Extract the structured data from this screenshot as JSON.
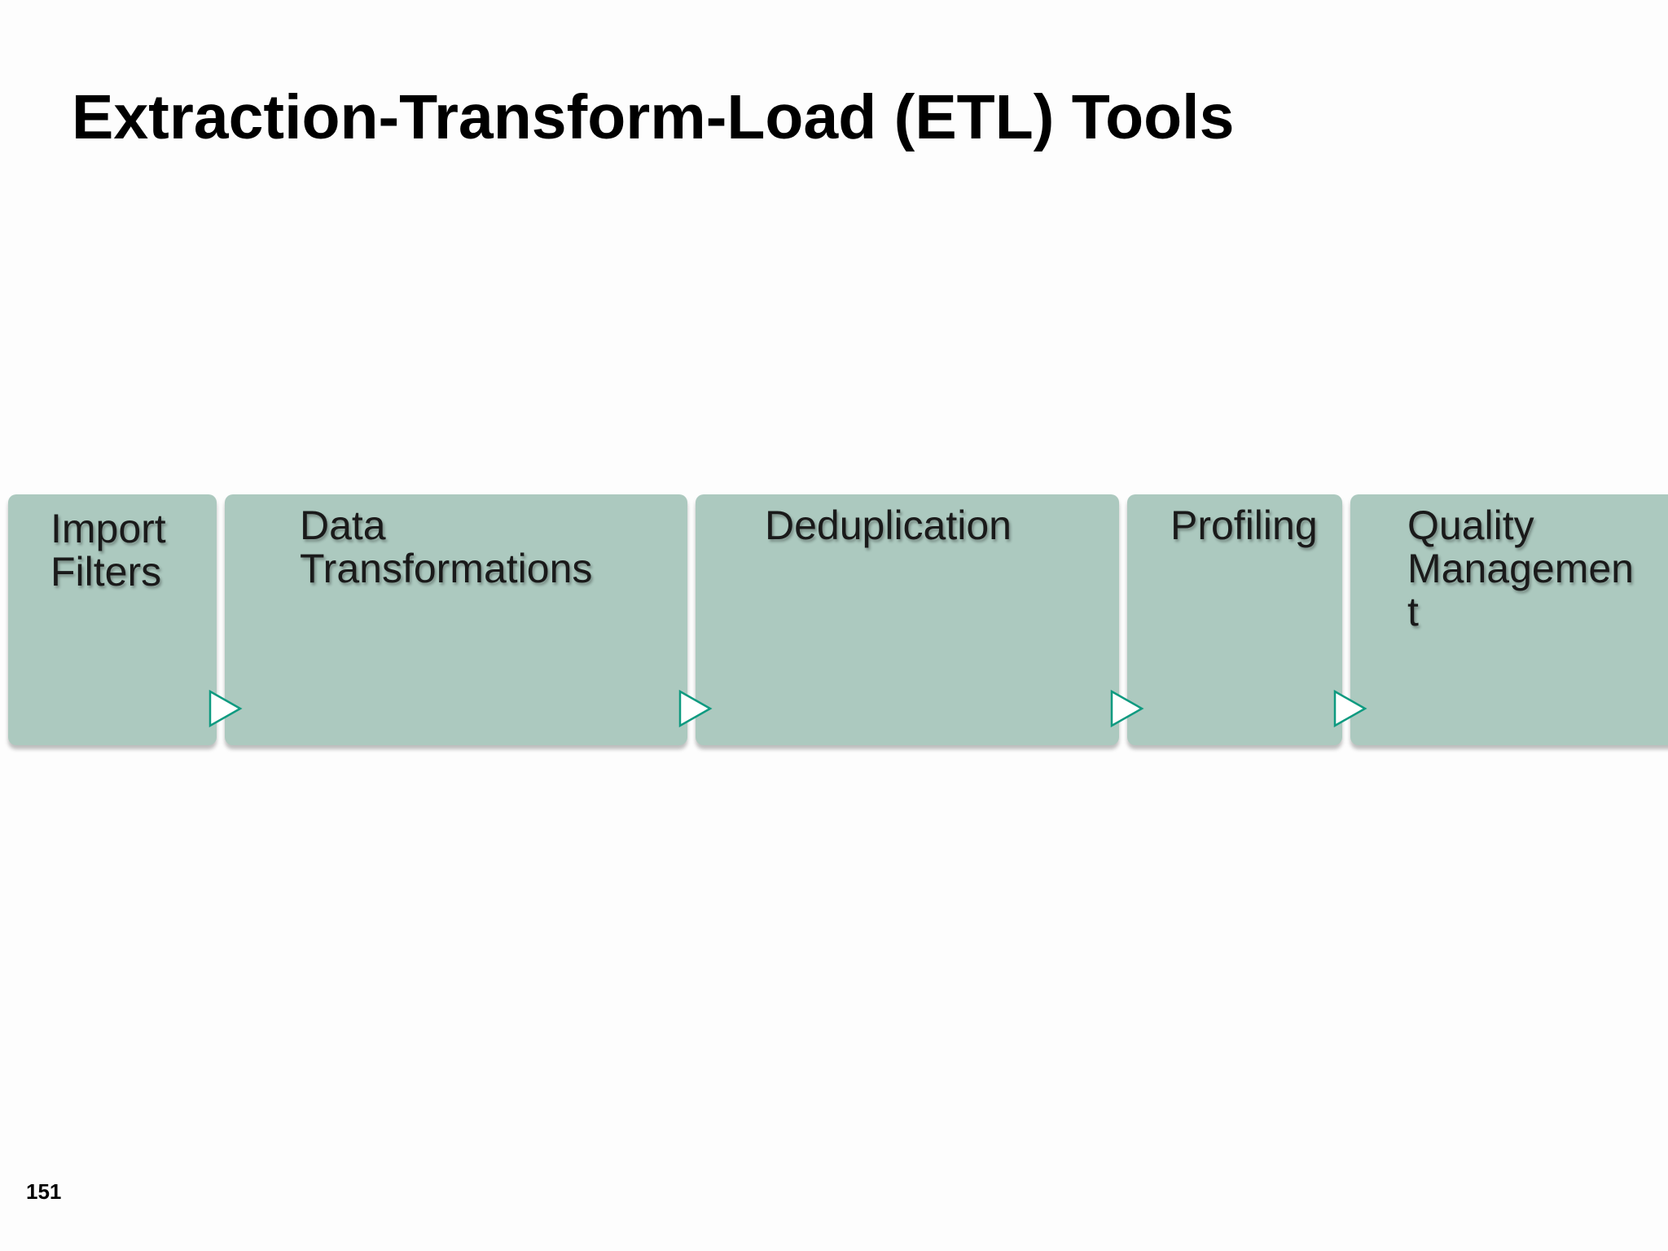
{
  "slide": {
    "title": "Extraction-Transform-Load (ETL) Tools",
    "page_number": "151"
  },
  "diagram": {
    "steps": [
      {
        "label": "Import\nFilters"
      },
      {
        "label": "Data\nTransformations"
      },
      {
        "label": "Deduplication"
      },
      {
        "label": "Profiling"
      },
      {
        "label": "Quality\nManagemen\nt"
      }
    ],
    "arrow_icon": "triangle-outline-right",
    "colors": {
      "box_fill": "#acc9bf",
      "arrow_stroke": "#0e9a80",
      "arrow_fill": "#ffffff"
    }
  }
}
